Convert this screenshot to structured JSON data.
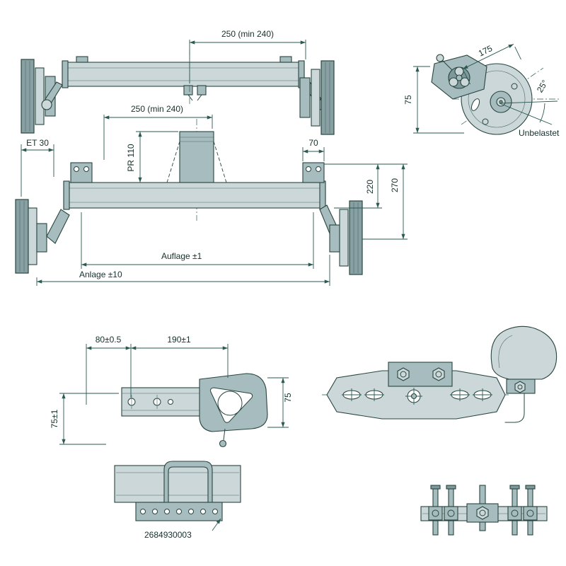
{
  "drawing": {
    "labels": {
      "dim_250_top": "250 (min 240)",
      "dim_175": "175",
      "dim_75_hub": "75",
      "dim_25deg": "25°",
      "unbelastet": "Unbelastet",
      "dim_250_mid": "250 (min 240)",
      "dim_pr110": "PR 110",
      "dim_et30": "ET 30",
      "dim_70": "70",
      "dim_220": "220",
      "dim_270": "270",
      "dim_auflage": "Auflage ±1",
      "dim_anlage": "Anlage ±10",
      "dim_80": "80±0.5",
      "dim_190": "190±1",
      "dim_75_arm": "75",
      "dim_75_drop": "75±1",
      "part_number": "2684930003"
    },
    "colors": {
      "outline": "#27453f",
      "dimension_line": "#2a5a52",
      "fill_light": "#cbd7d8",
      "fill_mid": "#a7bcbe",
      "fill_dark": "#7f989b",
      "background": "#ffffff"
    }
  }
}
